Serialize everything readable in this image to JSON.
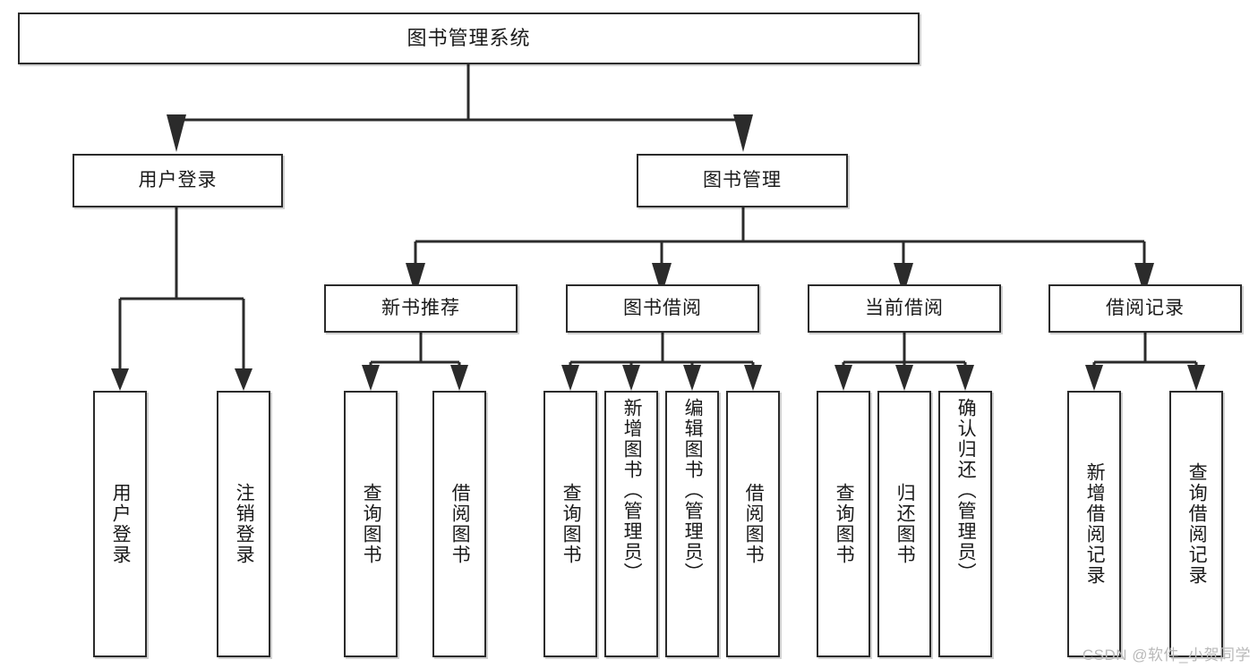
{
  "diagram": {
    "title": "图书管理系统",
    "type": "hierarchy-tree",
    "watermark": "CSDN @软件_小贺同学",
    "colors": {
      "box_border": "#2b2b2b",
      "box_fill": "#ffffff",
      "connector": "#2b2b2b",
      "text": "#1a1a1a",
      "watermark": "#b9b9b9",
      "background": "#ffffff"
    },
    "levels": {
      "level1": [
        {
          "id": "root",
          "label": "图书管理系统"
        }
      ],
      "level2": [
        {
          "id": "user-login",
          "label": "用户登录"
        },
        {
          "id": "book-manage",
          "label": "图书管理"
        }
      ],
      "level3": [
        {
          "id": "new-book-recommend",
          "label": "新书推荐"
        },
        {
          "id": "book-borrow",
          "label": "图书借阅"
        },
        {
          "id": "current-borrow",
          "label": "当前借阅"
        },
        {
          "id": "borrow-record",
          "label": "借阅记录"
        }
      ],
      "leaves": [
        {
          "id": "leaf-user-login",
          "label": "用户登录",
          "parent": "user-login"
        },
        {
          "id": "leaf-user-logout",
          "label": "注销登录",
          "parent": "user-login"
        },
        {
          "id": "leaf-query-book-1",
          "label": "查询图书",
          "parent": "new-book-recommend"
        },
        {
          "id": "leaf-borrow-book-1",
          "label": "借阅图书",
          "parent": "new-book-recommend"
        },
        {
          "id": "leaf-query-book-2",
          "label": "查询图书",
          "parent": "book-borrow"
        },
        {
          "id": "leaf-add-book",
          "label": "新增图书（管理员）",
          "parent": "book-borrow"
        },
        {
          "id": "leaf-edit-book",
          "label": "编辑图书（管理员）",
          "parent": "book-borrow"
        },
        {
          "id": "leaf-borrow-book-2",
          "label": "借阅图书",
          "parent": "book-borrow"
        },
        {
          "id": "leaf-query-book-3",
          "label": "查询图书",
          "parent": "current-borrow"
        },
        {
          "id": "leaf-return-book",
          "label": "归还图书",
          "parent": "current-borrow"
        },
        {
          "id": "leaf-confirm-return",
          "label": "确认归还（管理员）",
          "parent": "current-borrow"
        },
        {
          "id": "leaf-add-record",
          "label": "新增借阅记录",
          "parent": "borrow-record"
        },
        {
          "id": "leaf-query-record",
          "label": "查询借阅记录",
          "parent": "borrow-record"
        }
      ]
    }
  }
}
